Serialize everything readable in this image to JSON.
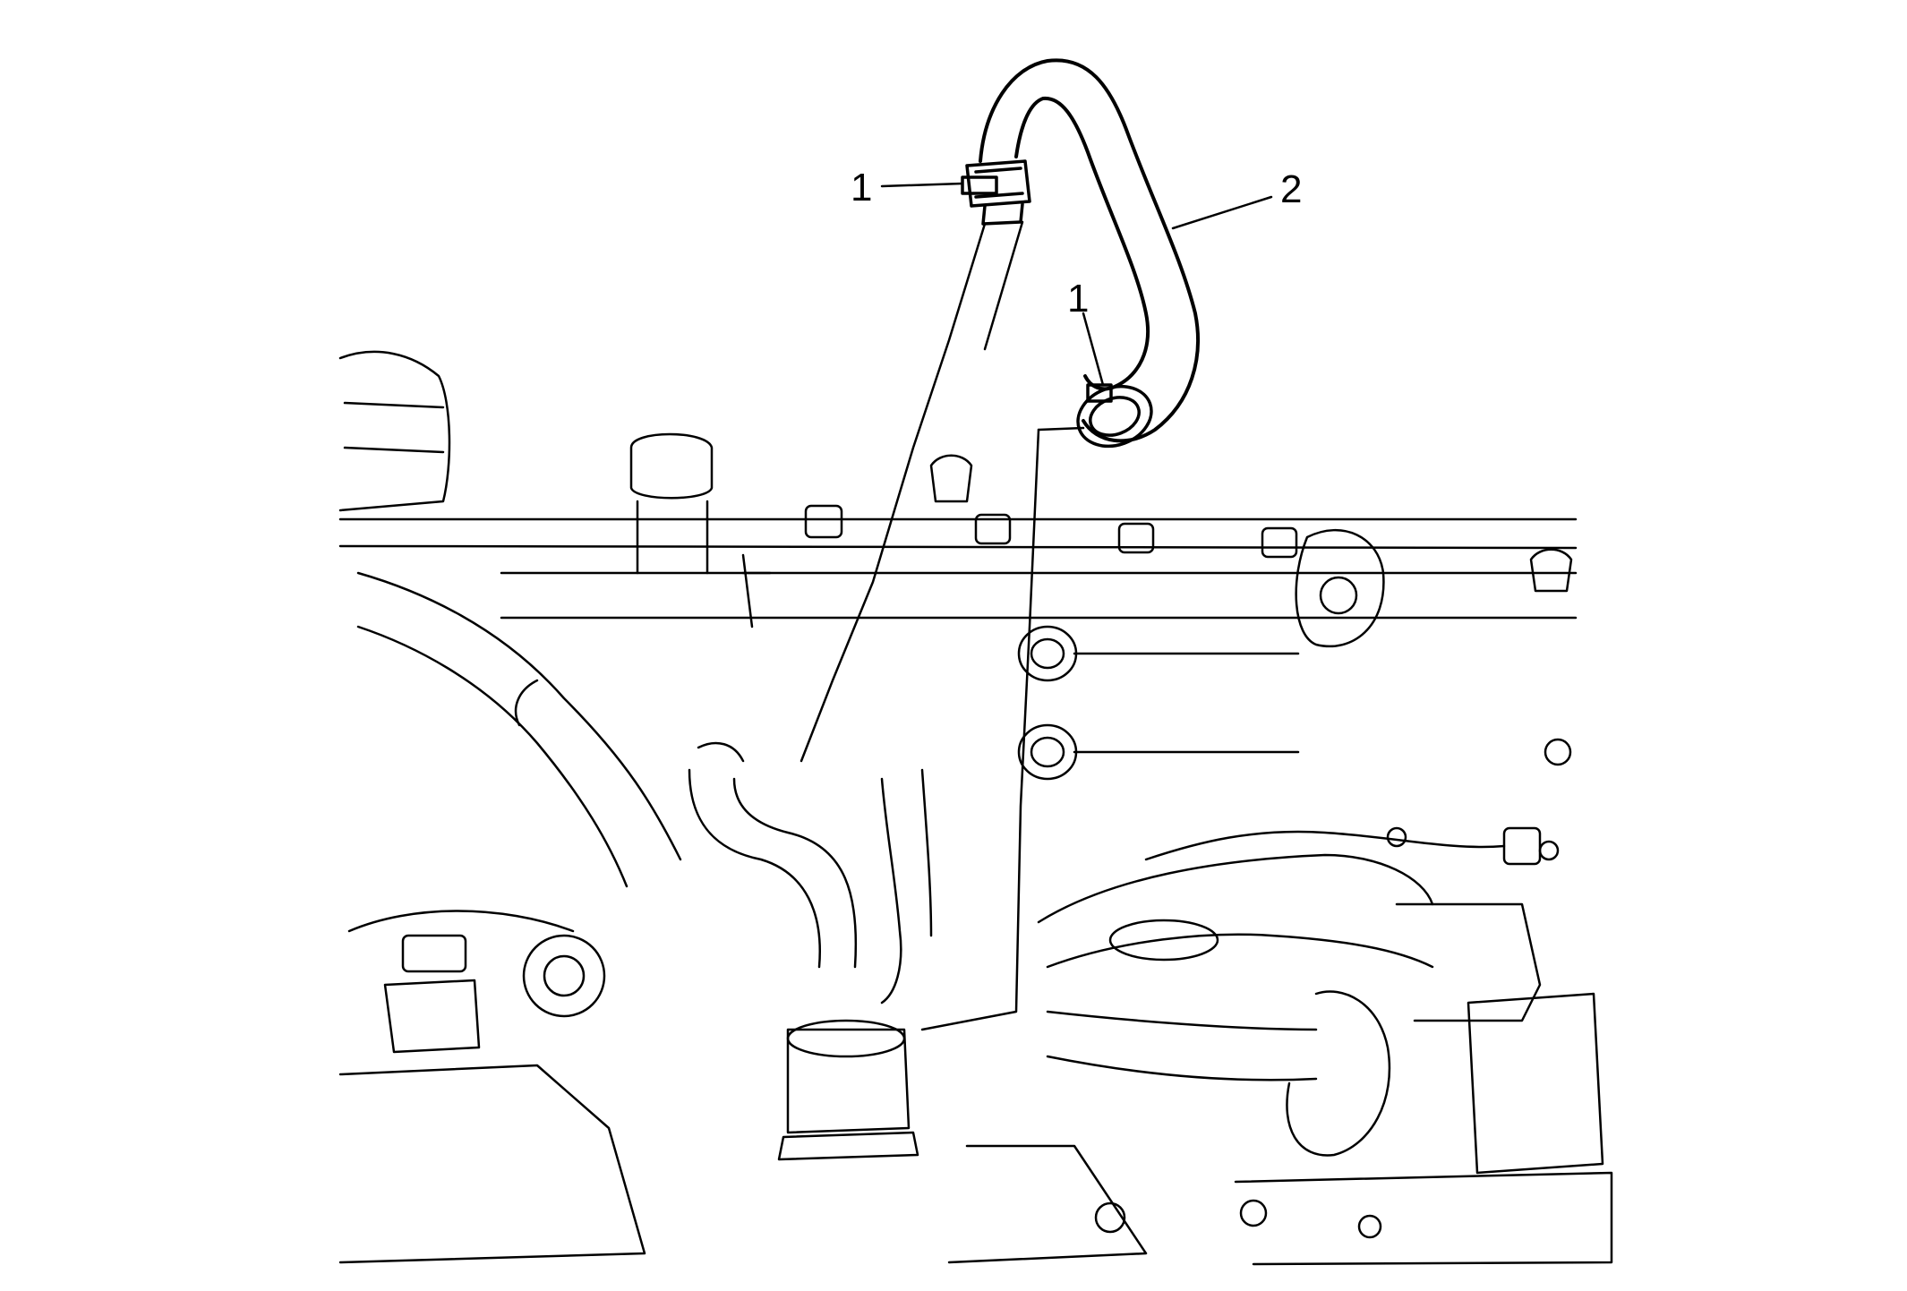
{
  "callouts": [
    {
      "id": "clamp-upper",
      "text": "1"
    },
    {
      "id": "hose",
      "text": "2"
    },
    {
      "id": "clamp-lower",
      "text": "1"
    }
  ],
  "colors": {
    "line": "#000000",
    "background": "#ffffff"
  }
}
